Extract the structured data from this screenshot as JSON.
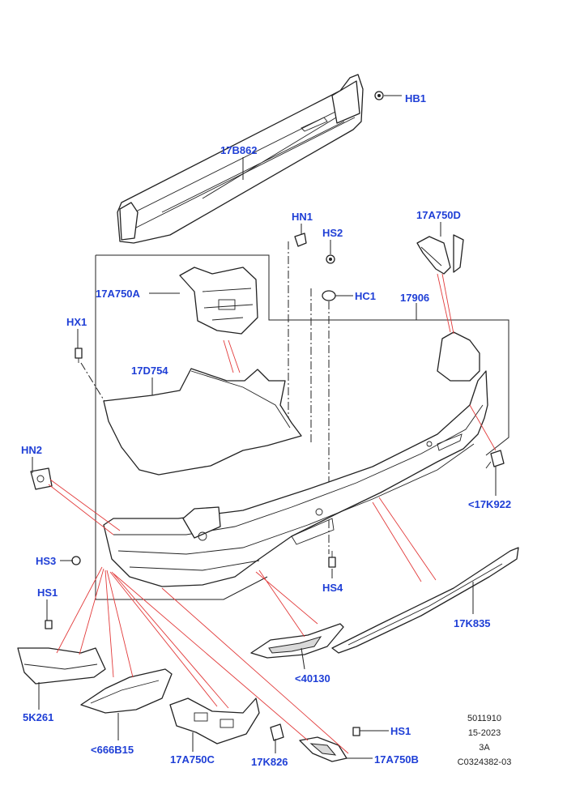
{
  "callouts": {
    "hb1": "HB1",
    "p17b862": "17B862",
    "hn1": "HN1",
    "hs2": "HS2",
    "p17a750d": "17A750D",
    "p17a750a": "17A750A",
    "hc1": "HC1",
    "p17906": "17906",
    "hx1": "HX1",
    "p17d754": "17D754",
    "hn2": "HN2",
    "p17k922": "<17K922",
    "hs3": "HS3",
    "hs4": "HS4",
    "hs1_left": "HS1",
    "p17k835": "17K835",
    "p40130": "<40130",
    "p5k261": "5K261",
    "p666b15": "<666B15",
    "p17a750c": "17A750C",
    "p17k826": "17K826",
    "hs1_right": "HS1",
    "p17a750b": "17A750B"
  },
  "reference_block": {
    "line1": "5011910",
    "line2": "15-2023",
    "line3": "3A",
    "line4": "C0324382-03"
  },
  "colors": {
    "callout": "#1f3fd6",
    "leader_red": "#e23b3b",
    "line": "#222222"
  }
}
